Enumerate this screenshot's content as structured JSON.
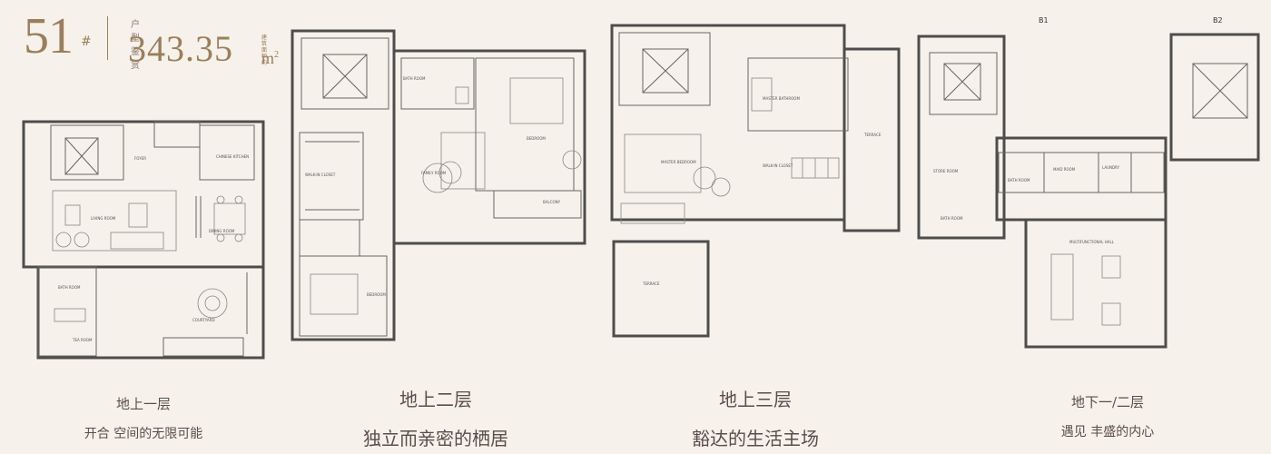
{
  "header": {
    "unit_number": "51",
    "unit_suffix": "#",
    "type_label": "户型鉴赏",
    "area_value": "343.35",
    "area_unit": "m",
    "area_unit_sup": "2",
    "area_note_line1": "建筑",
    "area_note_line2": "面积约"
  },
  "floors": [
    {
      "title": "地上一层",
      "subtitle": "开合 空间的无限可能"
    },
    {
      "title": "地上二层",
      "subtitle": "独立而亲密的栖居"
    },
    {
      "title": "地上三层",
      "subtitle": "豁达的生活主场"
    },
    {
      "title": "地下一/二层",
      "subtitle": "遇见 丰盛的内心"
    }
  ],
  "basement_labels": {
    "b1": "B1",
    "b2": "B2"
  },
  "room_labels": {
    "f1": [
      "LIVING ROOM",
      "DINING ROOM",
      "BATH ROOM",
      "TEA ROOM",
      "COURTYARD",
      "FOYER",
      "CHINESE KITCHEN"
    ],
    "f2": [
      "BATH ROOM",
      "BEDROOM",
      "FAMILY ROOM",
      "WALK-IN CLOSET",
      "BALCONY",
      "BEDROOM"
    ],
    "f3": [
      "MASTER BATHROOM",
      "MASTER BEDROOM",
      "WALK-IN CLOSET",
      "TERRACE",
      "TERRACE"
    ],
    "b": [
      "STORE ROOM",
      "BATH ROOM",
      "MAID ROOM",
      "LAUNDRY",
      "MULTIFUNCTIONAL HALL",
      "BATH ROOM"
    ]
  }
}
